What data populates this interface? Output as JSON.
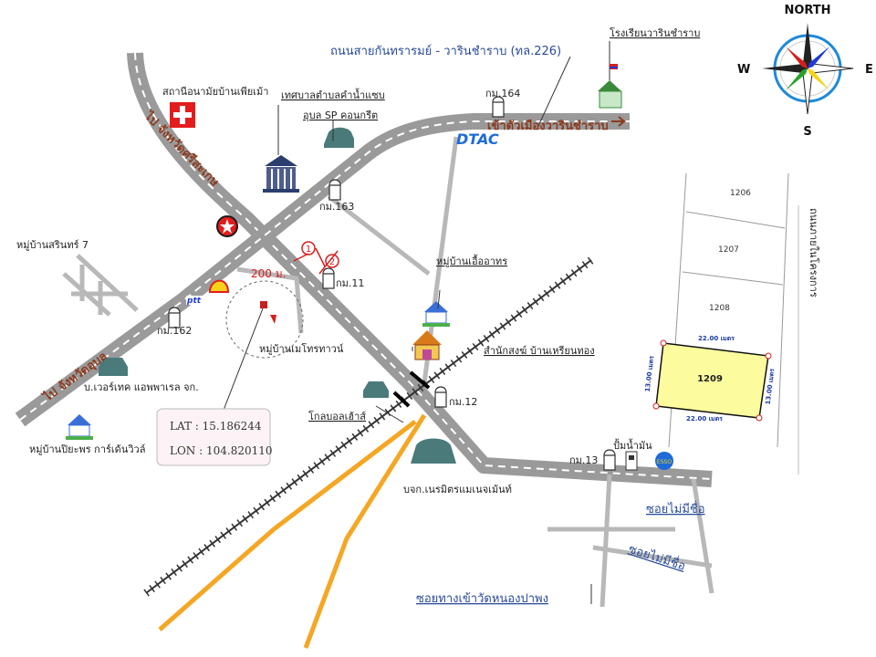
{
  "labels": {
    "health_station": "สถานีอนามัยบ้านเพียเม้า",
    "municipality": "เทศบาลตำบลคำน้ำแซบ",
    "concrete": "อุบล SP คอนกรีต",
    "main_road": "ถนนสายกันทรารมย์ - วารินชำราบ (ทล.226)",
    "school": "โรงเรียนวารินชำราบ",
    "km164": "กม.164",
    "to_warin": "เข้าตัวเมืองวารินชำราบ",
    "dtac": "DTAC",
    "to_sisaket": "ไป จังหวัดศรีสะเกษ",
    "to_ubon": "ไป จังหวัดอุบล",
    "km163": "กม.163",
    "village_sarin": "หมู่บ้านสรินทร์ 7",
    "village_uea": "หมู่บ้านเอื้ออาทร",
    "dist_200": "200 ม.",
    "route_1": "1",
    "route_2": "2",
    "km11": "กม.11",
    "km162": "กม.162",
    "ptt": "ptt",
    "project_village": "หมู่บ้านเมโทรทาวน์",
    "monastery": "สำนักสงฆ์ บ้านเหรียนทอง",
    "factory": "บ.เวอร์เทค แอพพาเรล จก.",
    "warehouse": "โกลบอลเฮ้าส์",
    "km12": "กม.12",
    "village_piya": "หมู่บ้านปิยะพร การ์เด้นวิวล์",
    "km13": "กม.13",
    "gas_station": "ปั้มน้ำมัน",
    "company": "บจก.เนรมิตรแมเนจเม้นท์",
    "soi_unnamed_1": "ซอยไม่มีชื่อ",
    "soi_unnamed_2": "ซอยไม่มีชื่อ",
    "soi_temple": "ซอยทางเข้าวัดหนองปาพง",
    "project_road": "ถนนภายในโครงการ"
  },
  "coordinates": {
    "lat": "LAT : 15.186244",
    "lon": "LON : 104.820110"
  },
  "compass": {
    "north": "NORTH",
    "south": "S",
    "east": "E",
    "west": "W"
  },
  "plots": {
    "p1206": "1206",
    "p1207": "1207",
    "p1208": "1208",
    "p1209": "1209",
    "dim_top": "22.00 เมตร",
    "dim_bottom": "22.00 เมตร",
    "dim_left": "13.00 เมตร",
    "dim_right": "13.00 เมตร"
  },
  "colors": {
    "road_fill": "#9a9a9a",
    "road_dash": "#ffffff",
    "railway": "#333333",
    "orange_road": "#f5a623",
    "plot_highlight": "#fcfc9e",
    "route_red": "#d81e1e",
    "road_label": "#2a4b9a",
    "direction_label": "#8b3a1e"
  }
}
